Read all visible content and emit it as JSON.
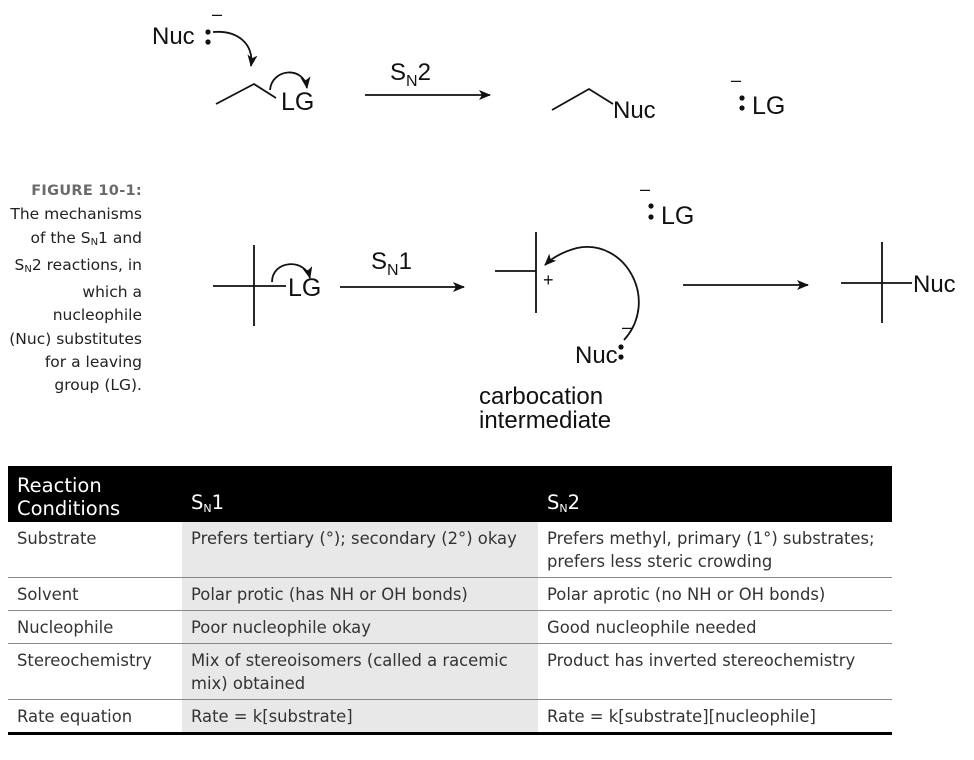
{
  "figure": {
    "label": "FIGURE 10-1:",
    "caption_pre": "The mechanisms of the S",
    "caption_sub1": "N",
    "caption_mid": "1 and S",
    "caption_sub2": "N",
    "caption_post": "2 reactions, in which a nucleophile (Nuc) substitutes for a leaving group (LG)."
  },
  "diagram": {
    "sn2": {
      "nucleophile": "Nuc",
      "leaving_group": "LG",
      "arrow_S": "S",
      "arrow_N": "N",
      "arrow_num": "2",
      "product_group": "Nuc",
      "lg_product": "LG",
      "charge": "–"
    },
    "sn1": {
      "leaving_group": "LG",
      "arrow_S": "S",
      "arrow_N": "N",
      "arrow_num": "1",
      "lg_released": "LG",
      "plus": "+",
      "nucleophile": "Nuc",
      "product_group": "Nuc",
      "intermediate_line1": "carbocation",
      "intermediate_line2": "intermediate",
      "charge": "–"
    }
  },
  "table": {
    "header": {
      "col0_line1": "Reaction",
      "col0_line2": "Conditions",
      "col1_S": "S",
      "col1_N": "N",
      "col1_num": "1",
      "col2_S": "S",
      "col2_N": "N",
      "col2_num": "2"
    },
    "rows": [
      {
        "condition": "Substrate",
        "sn1": "Prefers tertiary (°); secondary (2°) okay",
        "sn2": "Prefers methyl, primary (1°) substrates; prefers less steric crowding"
      },
      {
        "condition": "Solvent",
        "sn1": "Polar protic (has NH or OH bonds)",
        "sn2": "Polar aprotic (no NH or OH bonds)"
      },
      {
        "condition": "Nucleophile",
        "sn1": "Poor nucleophile okay",
        "sn2": "Good nucleophile needed"
      },
      {
        "condition": "Stereochemistry",
        "sn1": "Mix of stereoisomers (called a racemic mix) obtained",
        "sn2": "Product has inverted stereochemistry"
      },
      {
        "condition": "Rate equation",
        "sn1": "Rate = k[substrate]",
        "sn2": "Rate = k[substrate][nucleophile]"
      }
    ]
  }
}
